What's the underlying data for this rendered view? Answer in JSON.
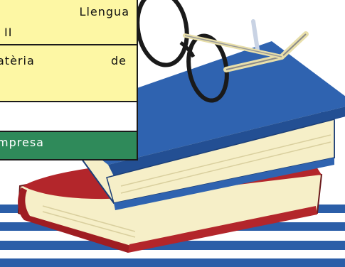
{
  "info_box": {
    "row1_word": "Llengua",
    "row1_numeral": "II",
    "row2_word_a": "atèria",
    "row2_word_b": "de",
    "green_label": "mpresa"
  },
  "colors": {
    "yellow": "#fdf7a4",
    "green": "#2f8a5a",
    "blue_book": "#2f63b0",
    "red_book": "#b3262b",
    "page": "#f6efc8",
    "stripe": "#2b5ea8"
  },
  "icons": [
    "books-stack-illustration",
    "glasses-icon"
  ]
}
